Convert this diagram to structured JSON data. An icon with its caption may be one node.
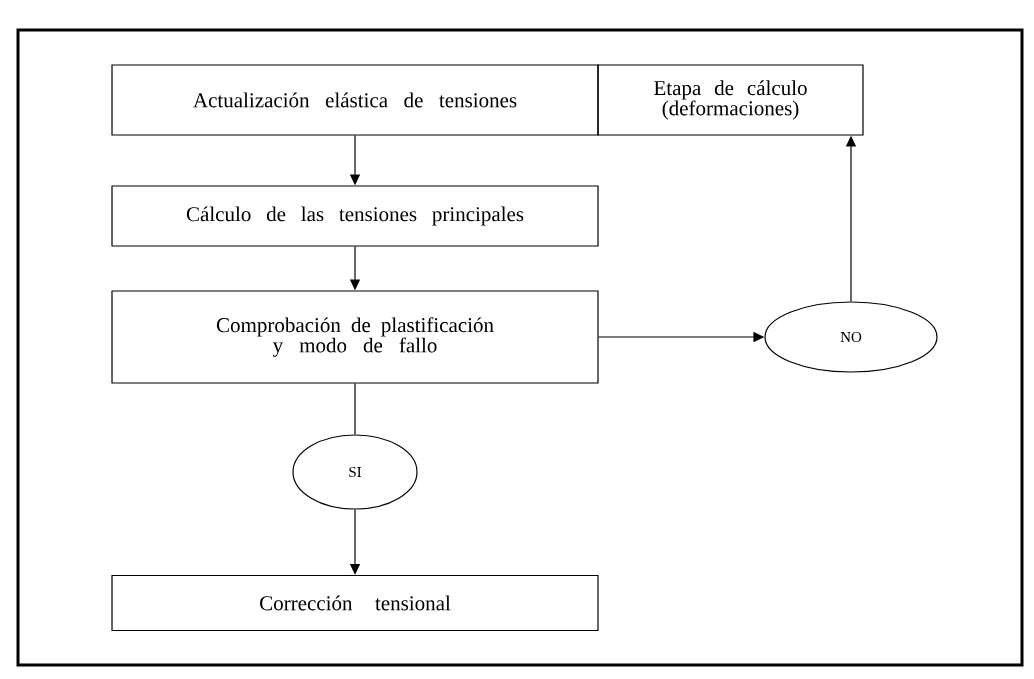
{
  "diagram": {
    "nodes": [
      {
        "text": [
          "Actualización elástica de tensiones"
        ]
      },
      {
        "text": [
          "Etapa de cálculo (deformaciones)"
        ]
      },
      {
        "text": [
          "Cálculo de las tensiones principales"
        ]
      },
      {
        "text": [
          "Comprobación de plastificación y modo de fallo"
        ]
      },
      {
        "text": [
          "NO"
        ]
      },
      {
        "text": [
          "SI"
        ]
      },
      {
        "text": [
          "Corrección tensional"
        ]
      }
    ],
    "edges": [
      {
        "from": 0,
        "to": 2,
        "arrow": "to"
      },
      {
        "from": 2,
        "to": 3,
        "arrow": "to"
      },
      {
        "from": 3,
        "to": 5,
        "arrow": "none"
      },
      {
        "from": 5,
        "to": 6,
        "arrow": "to"
      },
      {
        "from": 3,
        "to": 4,
        "arrow": "to"
      },
      {
        "from": 4,
        "to": 1,
        "arrow": "to"
      }
    ]
  }
}
